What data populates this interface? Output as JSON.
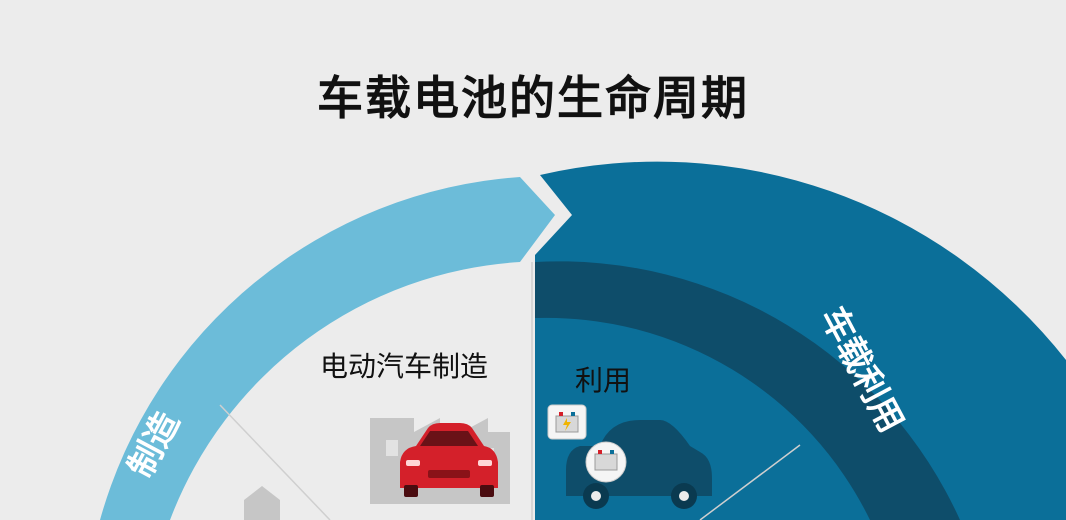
{
  "title": "车载电池的生命周期",
  "segments": {
    "manufacture": {
      "label": "制造",
      "color": "#6cbcd9"
    },
    "vehicle_use": {
      "label": "车载利用",
      "color_outer": "#0b6f99",
      "color_inner": "#0e4d6a"
    }
  },
  "sub_labels": {
    "ev_manufacture": "电动汽车制造",
    "use": "利用"
  },
  "icons": [
    "factory-icon",
    "red-car-icon",
    "battery-icon",
    "ev-car-icon",
    "house-icon"
  ],
  "colors": {
    "background": "#ececec",
    "car_red": "#d4202a",
    "car_dark": "#0e4d6a",
    "factory_gray": "#c8c8c8"
  }
}
